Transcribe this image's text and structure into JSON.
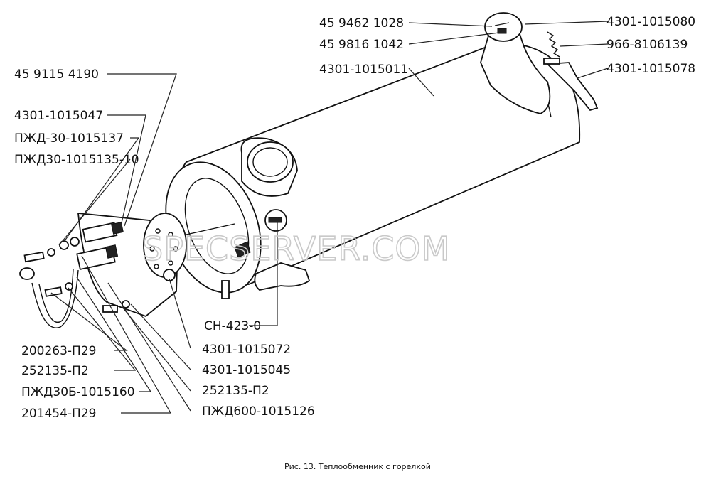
{
  "labels": {
    "p459462": "45 9462 1028",
    "p459816": "45 9816 1042",
    "p4301_011": "4301-1015011",
    "p4301_080": "4301-1015080",
    "p966": "966-8106139",
    "p4301_078": "4301-1015078",
    "p459115": "45 9115 4190",
    "p4301_047": "4301-1015047",
    "pzhd137": "ПЖД-30-1015137",
    "pzhd135": "ПЖД30-1015135-10",
    "sn423": "СН-423-0",
    "p4301_072": "4301-1015072",
    "p4301_045": "4301-1015045",
    "p252_right": "252135-П2",
    "pzhd600": "ПЖД600-1015126",
    "p200263": "200263-П29",
    "p252_left": "252135-П2",
    "pzhd30b": "ПЖД30Б-1015160",
    "p201454": "201454-П29"
  },
  "caption": "Рис. 13. Теплообменник с горелкой",
  "watermark": "SPECSERVER.COM"
}
